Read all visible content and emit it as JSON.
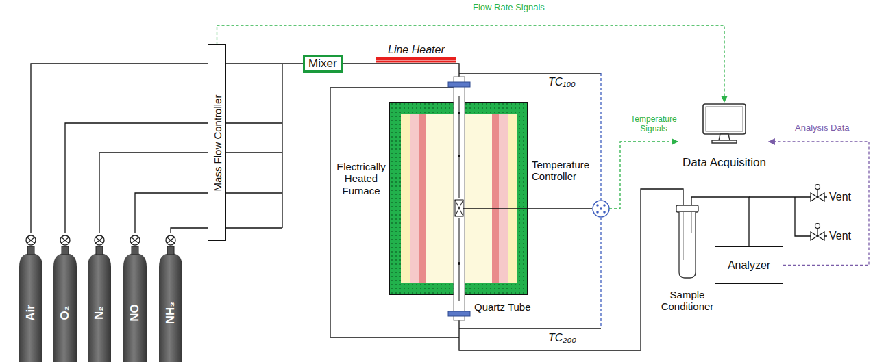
{
  "diagram": {
    "nodes": [
      {
        "text": [
          "Air"
        ]
      },
      {
        "text": [
          "O₂"
        ]
      },
      {
        "text": [
          "N₂"
        ]
      },
      {
        "text": [
          "NO"
        ]
      },
      {
        "text": [
          "NH₃"
        ]
      },
      {
        "text": [
          "Mass Flow Controller"
        ]
      },
      {
        "text": [
          "Mixer"
        ]
      },
      {
        "text": [
          "Data Acquisition"
        ]
      },
      {
        "text": [
          "Sample Conditioner"
        ]
      },
      {
        "text": [
          "Analyzer"
        ]
      }
    ],
    "edges": [
      {
        "from": 0,
        "to": 5,
        "arrow": "none"
      },
      {
        "from": 1,
        "to": 5,
        "arrow": "none"
      },
      {
        "from": 2,
        "to": 5,
        "arrow": "none"
      },
      {
        "from": 3,
        "to": 5,
        "arrow": "none"
      },
      {
        "from": 4,
        "to": 5,
        "arrow": "none"
      },
      {
        "from": 5,
        "to": 6,
        "arrow": "none"
      },
      {
        "from": 5,
        "to": 7,
        "label": "Flow Rate Signals",
        "arrow": "to"
      },
      {
        "from": 9,
        "to": 7,
        "label": "Analysis Data",
        "arrow": "to"
      },
      {
        "from": 8,
        "to": 9,
        "arrow": "none"
      }
    ],
    "labels": [
      "Line Heater",
      "TC₁₀₀",
      "Electrically Heated Furnace",
      "Quartz Tube",
      "Temperature Controller",
      "TC₂₀₀",
      "Temperature Signals",
      "Vent",
      "Vent"
    ]
  }
}
